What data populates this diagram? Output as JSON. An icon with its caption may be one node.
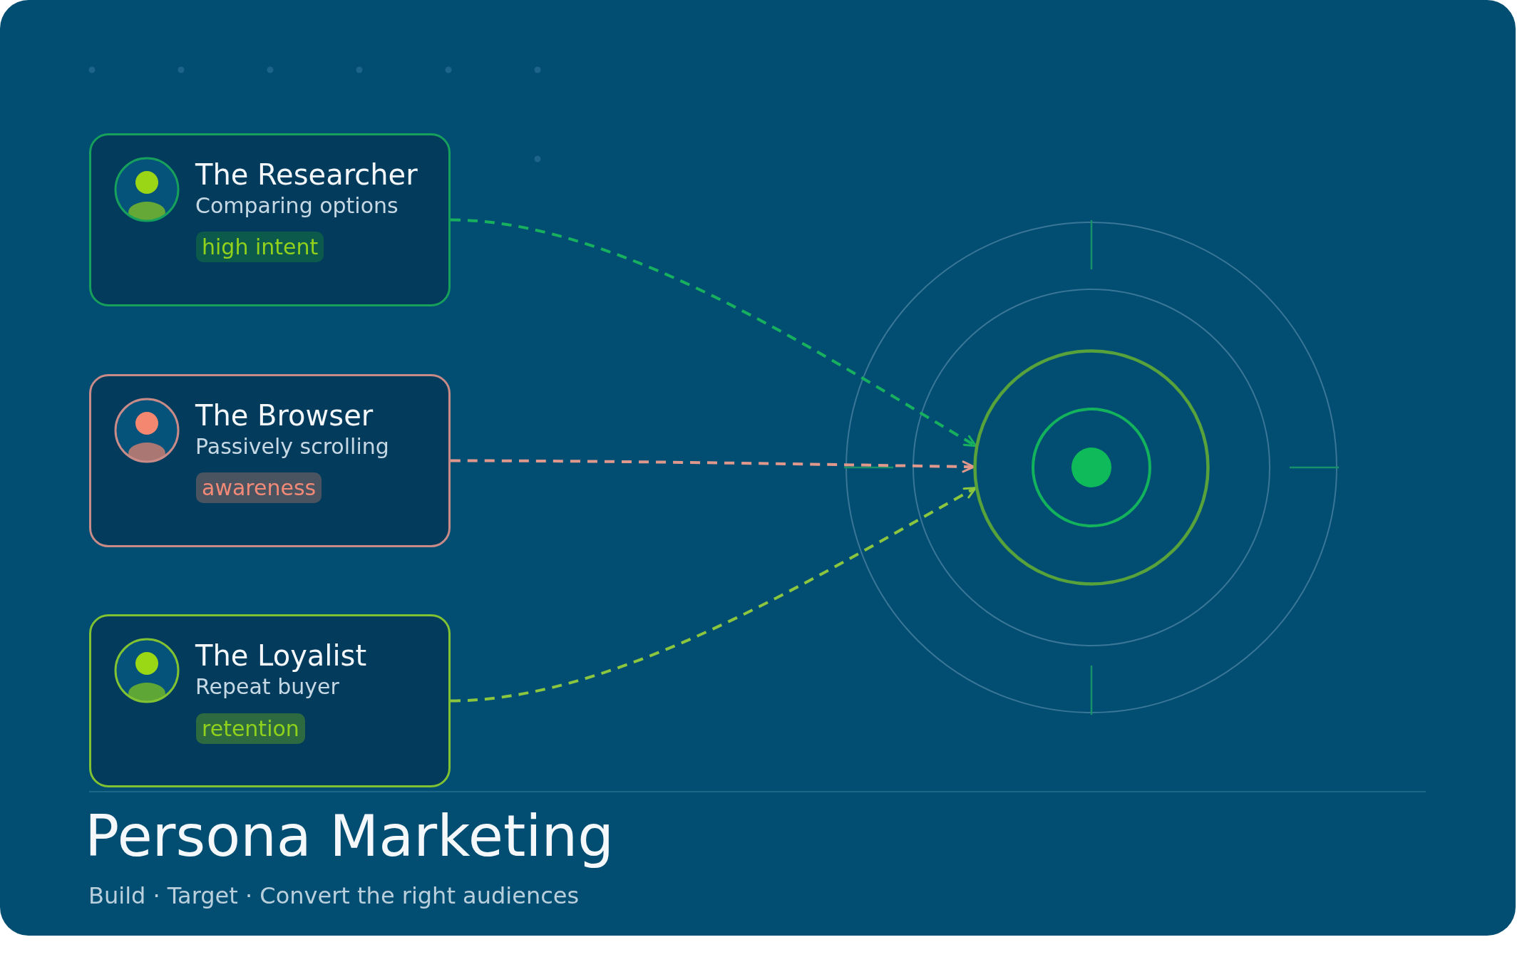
{
  "diagram": {
    "title": "Persona Marketing",
    "caption": "Build · Target · Convert the right audiences",
    "nodes": [
      {
        "text": [
          "The Researcher",
          "Comparing options"
        ]
      },
      {
        "text": [
          "high intent"
        ],
        "in": 0
      },
      {
        "text": [
          "The Browser",
          "Passively scrolling"
        ]
      },
      {
        "text": [
          "awareness"
        ],
        "in": 2
      },
      {
        "text": [
          "The Loyalist",
          "Repeat buyer"
        ]
      },
      {
        "text": [
          "retention"
        ],
        "in": 4
      },
      {
        "text": [],
        "shape": "circle"
      }
    ],
    "edges": [
      {
        "from": 0,
        "to": 6,
        "arrow": "to",
        "style": "dashed",
        "color": "#17b05e"
      },
      {
        "from": 2,
        "to": 6,
        "arrow": "to",
        "style": "dashed",
        "color": "#e0978c"
      },
      {
        "from": 4,
        "to": 6,
        "arrow": "to",
        "style": "dashed",
        "color": "#8cc63f"
      }
    ]
  }
}
